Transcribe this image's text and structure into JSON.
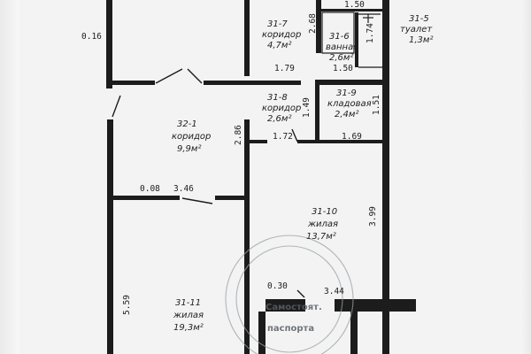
{
  "rooms": [
    {
      "id": "31-7",
      "name": "коридор",
      "area": "4,7м²"
    },
    {
      "id": "31-6",
      "name": "ваннaя",
      "area": "2,6м²"
    },
    {
      "id": "31-5",
      "name": "туалет",
      "area": "1,3м²"
    },
    {
      "id": "31-8",
      "name": "коридор",
      "area": "2,6м²"
    },
    {
      "id": "31-9",
      "name": "кладовая",
      "area": "2,4м²"
    },
    {
      "id": "32-1",
      "name": "коридор",
      "area": "9,9м²"
    },
    {
      "id": "31-10",
      "name": "жилая",
      "area": "13,7м²"
    },
    {
      "id": "31-11",
      "name": "жилая",
      "area": "19,3м²"
    }
  ],
  "dimensions": {
    "d_016": "0.16",
    "d_268": "2.68",
    "d_150_top": "1.50",
    "d_174": "1.74",
    "d_179": "1.79",
    "d_150_mid": "1.50",
    "d_149": "1.49",
    "d_151": "1.51",
    "d_286": "2.86",
    "d_172": "1.72",
    "d_169": "1.69",
    "d_008": "0.08",
    "d_346": "3.46",
    "d_399": "3.99",
    "d_559": "5.59",
    "d_030": "0.30",
    "d_344": "3.44"
  },
  "stamp": {
    "center_top": "Самостоят.",
    "center_bottom": "паспорта"
  },
  "colors": {
    "ink": "#1c1c1c",
    "paper": "#f3f3f3",
    "stamp": "#9aa0a6"
  }
}
